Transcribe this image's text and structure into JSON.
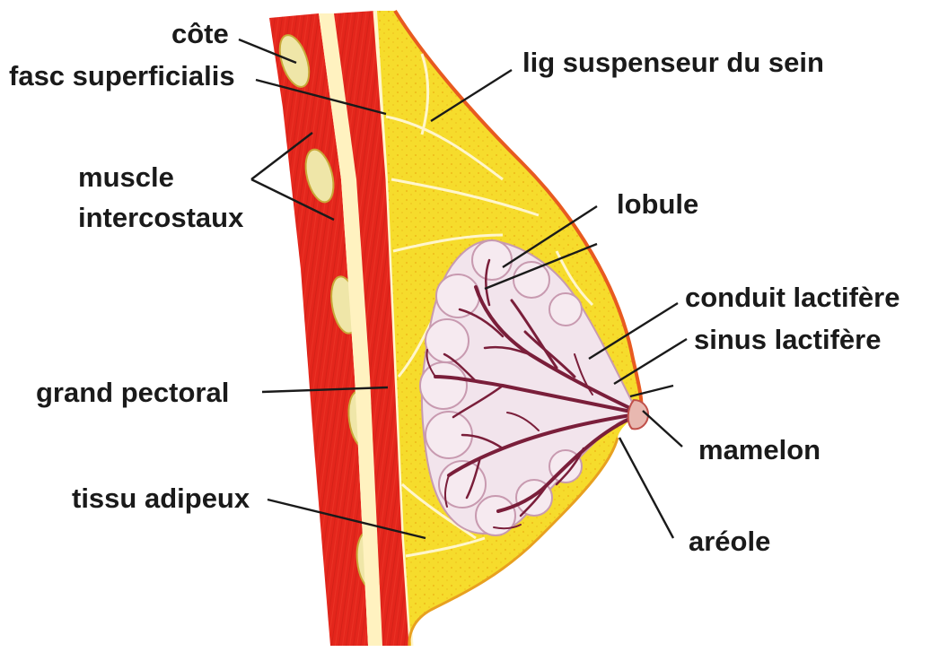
{
  "labels": {
    "cote": "côte",
    "fasc_superficialis": "fasc superficialis",
    "lig_suspenseur": "lig suspenseur du sein",
    "muscle_line1": "muscle",
    "muscle_line2": "intercostaux",
    "lobule": "lobule",
    "conduit_lactifere": "conduit lactifère",
    "sinus_lactifere": "sinus lactifère",
    "grand_pectoral": "grand pectoral",
    "mamelon": "mamelon",
    "tissu_adipeux": "tissu adipeux",
    "areole": "aréole"
  },
  "colors": {
    "muscle_red": "#e4261c",
    "muscle_dark": "#b81810",
    "fat_yellow": "#f6dc2c",
    "fat_orange": "#f0b418",
    "rib_beige": "#efe6a8",
    "fascia_pale": "#fff6cc",
    "gland_pink": "#f2e4ec",
    "duct_dark": "#7a1e3a",
    "leader_line": "#1a1a1a",
    "text": "#1a1a1a"
  }
}
